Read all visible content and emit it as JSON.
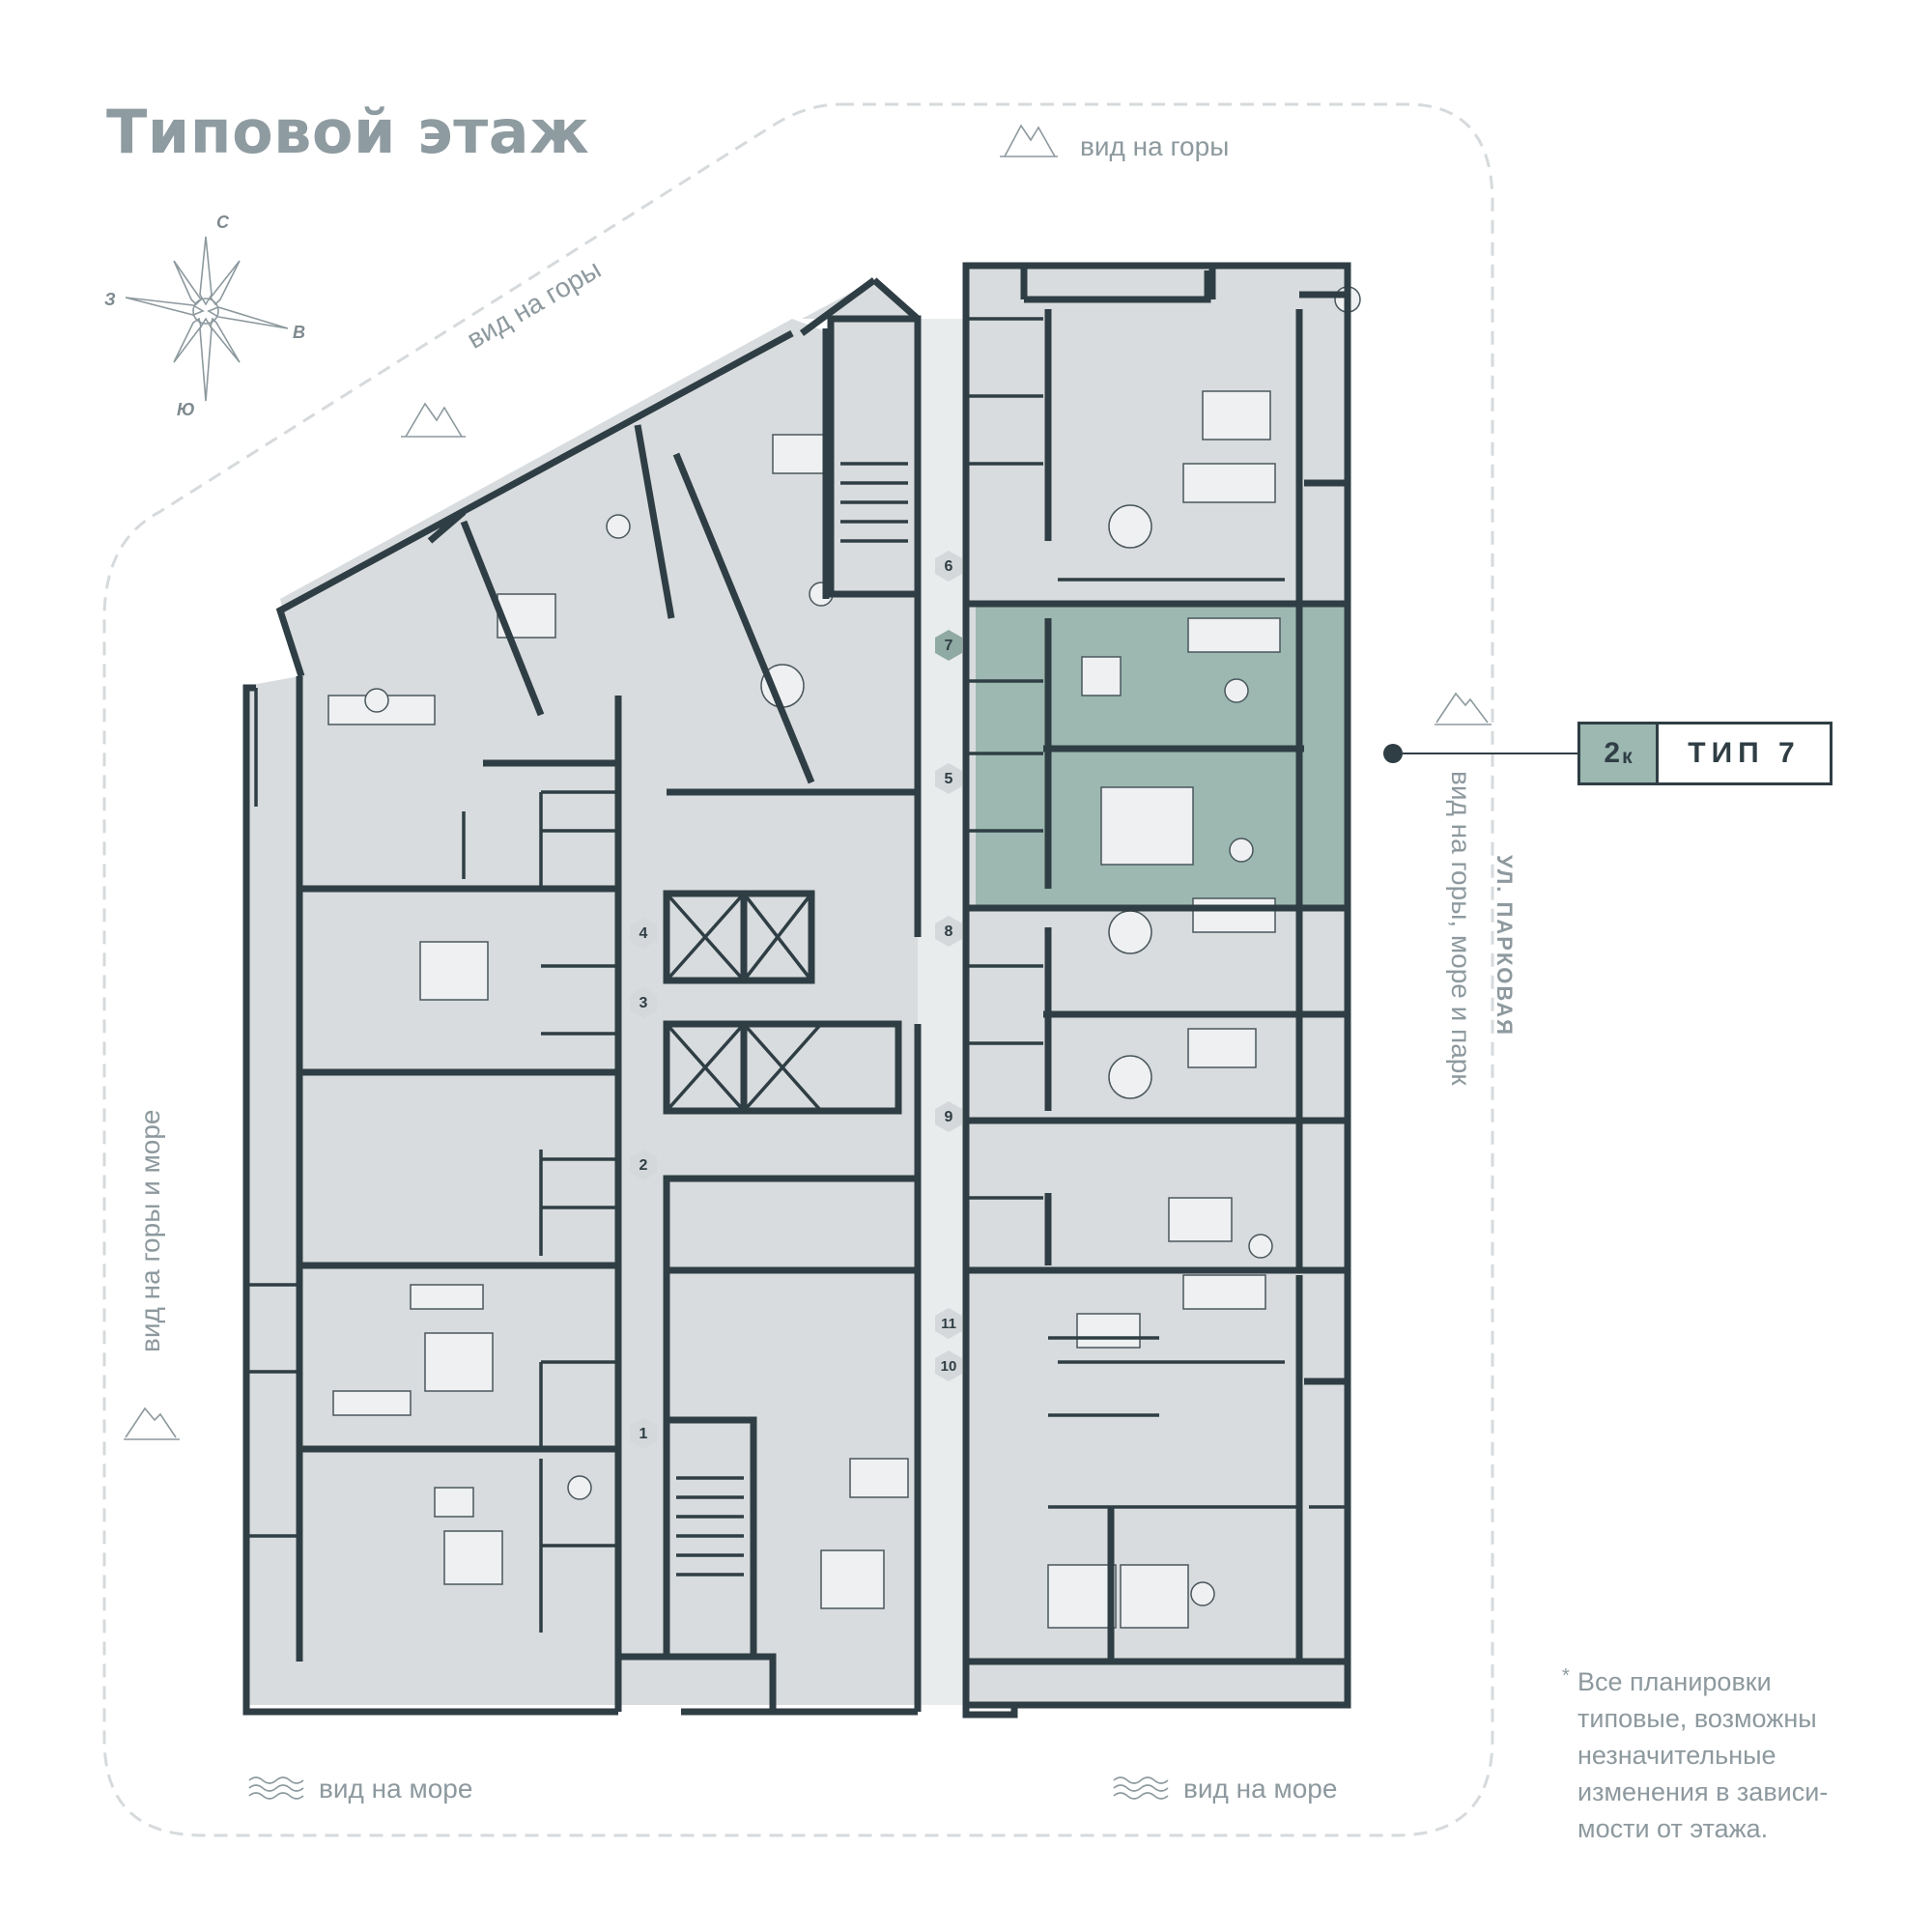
{
  "header": {
    "title": "Типовой этаж"
  },
  "compass": {
    "north": "С",
    "east": "В",
    "south": "Ю",
    "west": "З"
  },
  "views": {
    "top": "вид на горы",
    "diagonal": "вид на горы",
    "left": "вид на горы и море",
    "right": "вид на горы, море и парк",
    "bottom_left": "вид на море",
    "bottom_right": "вид на море"
  },
  "street": "УЛ. ПАРКОВАЯ",
  "legend": {
    "rooms": "2",
    "rooms_suffix": "к",
    "type": "ТИП 7"
  },
  "note": {
    "star": "*",
    "text": "Все планировки типовые, возможны незначительные изменения в зависи-мости от этажа."
  },
  "entrances": {
    "e1": "1",
    "e2": "2",
    "e3": "3",
    "e4": "4",
    "e5": "5",
    "e6": "6",
    "e7": "7",
    "e8": "8",
    "e9": "9",
    "e10": "10",
    "e11": "11"
  },
  "colors": {
    "wall": "#2f3e44",
    "floor": "#d8dcde",
    "highlight": "#9cb8b1",
    "boundary": "#d6dadc",
    "text": "#8d999e"
  }
}
